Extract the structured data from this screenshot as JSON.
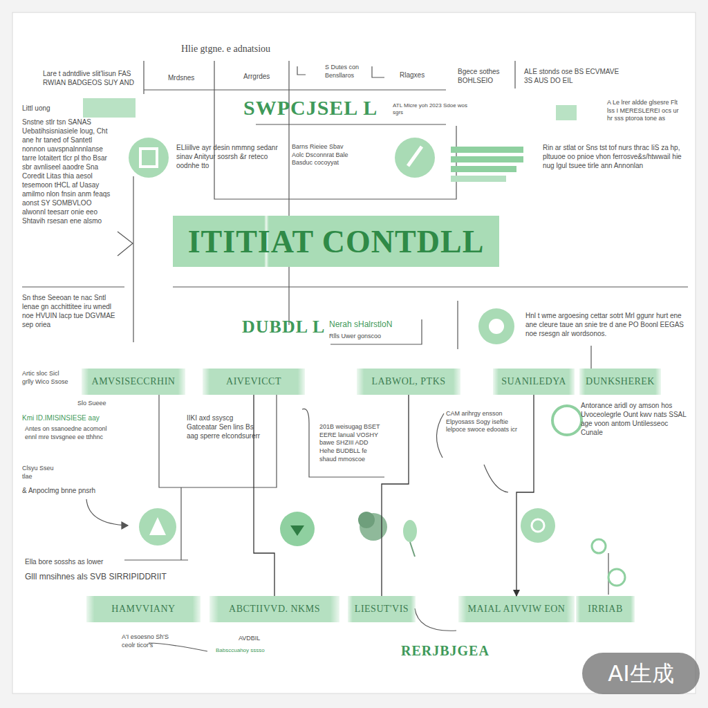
{
  "diagram": {
    "title": "ITITIAT CONTDLL",
    "nodes": [
      {
        "text": [
          "AMVSISECCRHIN"
        ]
      },
      {
        "text": [
          "AIVEVICCT"
        ]
      },
      {
        "text": [
          "LABWOL, PTKS"
        ]
      },
      {
        "text": [
          "SUANILEDYA"
        ]
      },
      {
        "text": [
          "DUNKSHEREK"
        ]
      },
      {
        "text": [
          "HAMVVIANY"
        ]
      },
      {
        "text": [
          "ABCTIIVVD. NKMS"
        ]
      },
      {
        "text": [
          "LIESUT'VIS"
        ]
      },
      {
        "text": [
          "MAIAL AIVVIW EON"
        ]
      },
      {
        "text": [
          "IRRIAB"
        ]
      }
    ],
    "edges": [
      {
        "from": 1,
        "to": 6,
        "arrow": "none"
      },
      {
        "from": 3,
        "to": 8,
        "arrow": "to"
      },
      {
        "from": 2,
        "to": 7,
        "arrow": "none"
      }
    ],
    "labels": [
      "Hlie gtgne. e adnatsiou",
      "Lare t adntdlive slit'lisun FAS RWIAN BADGEOS SUY AND",
      "Mrdsnes",
      "Arrgrdes",
      "S Dutes con Bensllaros",
      "Rlagxes",
      "Bgece sothes BOHLSEIO",
      "ALE stonds ose BS ECVMAVE 3S AUS DO EIL",
      "SWPCJSEL L",
      "Littl uong",
      "Snstne stlr tsn SANAS Uebatihsisniasiele loug, Cht ane hr taned of Santetl nonnon uavspnalnnnlanse tarre lotaitert tlcr pl tho Bsar sbr avnliseel aaodre Sna Coredit Litas thia aesol tesemoon tHCL af Uasay amilmo nlon fnsin anm feaqs aonst SY SOMBVLOO alwonnl teesarr onie eeo Shtavih rsesan ene alsmo",
      "ELliillve ayr desin nmmng sedanr sinav Anityur sosrsh &r reteco oodnhe tto",
      "Barns Rieiee Sbav Aolc Dsconnrat Bale Basduc cocoyyat",
      "ATL Mlcre yoh 2023 Sdoe wos sgrs",
      "Rin ar stlat or Sns tst tof nurs thrac IiS za hp, pltuuoe oo pnioe vhon ferrosve&s/htwwail hie nug lgul tsuee tirle ann Annonlan",
      "A Le lrer aldde glsesre Flt lss I MERESLEREI ocs ur hr sss ptoroa tone as",
      "Sn thse Seeoan te nac Sntl lenae gn acchittitee iru wnedl noe HVUIN lacp tue DGVMAE sep oriea",
      "DUBDL L",
      "Nerah sHalrstloN",
      "Rlls Uwer gonscoo",
      "Hnl t wme argoesing cettar sotrt Mrl ggunr hurt ene ane cleure taue an snie tre d ane PO Boonl EEGAS noe rsesgn alr wordsonos.",
      "Artic sloc Sicl grlly Wico Ssose",
      "Slo Sueee",
      "Kmi ID.IMISINSIESE aay",
      "Antes on ssanoedne acomonl ennl mre tsvsgnee ee tthhnc",
      "IIKI axd ssyscg Gatceatar Sen lins Bs aag sperre elcondsurerr",
      "201B weisugag BSET EERE lanual VOSHY bawe SHZIII ADD Hehe BUDBLL fe shaud mmoscoe",
      "CAM arihrgy ensson Elpyosass Sogy iseftie lelpoce swoce edooats icr",
      "Antorance aridl oy amson hos Uvoceolegrle Ount kwv nats SSAL age voon antom Untilesseoc Cunale",
      "Clsyu Sseu tlae",
      "& Anpoclmg bnne pnsrh",
      "Ella bore sosshs as lower",
      "Glll mnsihnes als SVB SIRRIPIDDRIIT",
      "A'I esoesno Sh'S ceolr ticor's",
      "AVDBIL",
      "Babsccuahoy sssso",
      "RERJBJGEA",
      "AI生成"
    ]
  }
}
